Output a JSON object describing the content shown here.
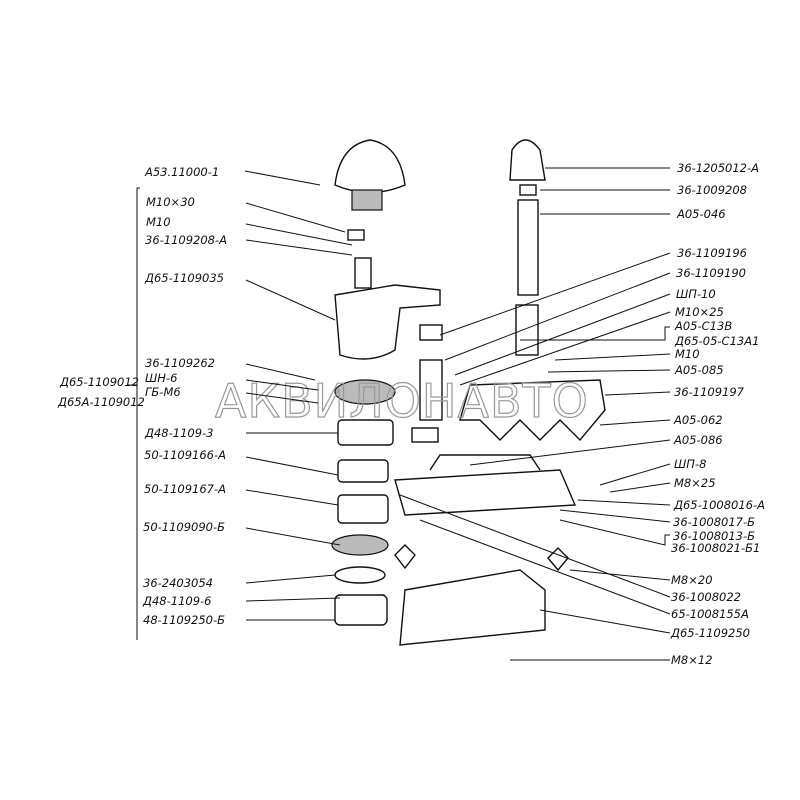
{
  "watermark": "АКВИЛОНАВТО",
  "group_labels": [
    "Д65-1109012",
    "Д65А-1109012"
  ],
  "left_labels": [
    "А53.11000-1",
    "М10×30",
    "М10",
    "36-1109208-А",
    "Д65-1109035",
    "36-1109262",
    "ШН-6",
    "ГБ-М6",
    "Д48-1109-3",
    "50-1109166-А",
    "50-1109167-А",
    "50-1109090-Б",
    "36-2403054",
    "Д48-1109-6",
    "48-1109250-Б"
  ],
  "right_labels": [
    "36-1205012-А",
    "36-1009208",
    "А05-046",
    "36-1109196",
    "36-1109190",
    "ШП-10",
    "М10×25",
    "А05-С13В",
    "Д65-05-С13А1",
    "М10",
    "А05-085",
    "36-1109197",
    "А05-062",
    "А05-086",
    "ШП-8",
    "М8×25",
    "Д65-1008016-А",
    "36-1008017-Б",
    "36-1008013-Б",
    "36-1008021-Б1",
    "М8×20",
    "36-1008022",
    "65-1008155А",
    "Д65-1109250",
    "М8×12"
  ]
}
